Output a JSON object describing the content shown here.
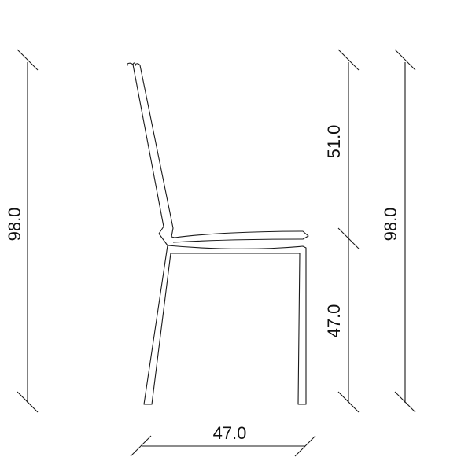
{
  "dimensions": {
    "total_height_left": "98.0",
    "backrest_height": "51.0",
    "seat_height": "47.0",
    "total_height_right": "98.0",
    "depth": "47.0"
  },
  "colors": {
    "line": "#1a1a1a",
    "text": "#111111",
    "background": "#ffffff"
  }
}
